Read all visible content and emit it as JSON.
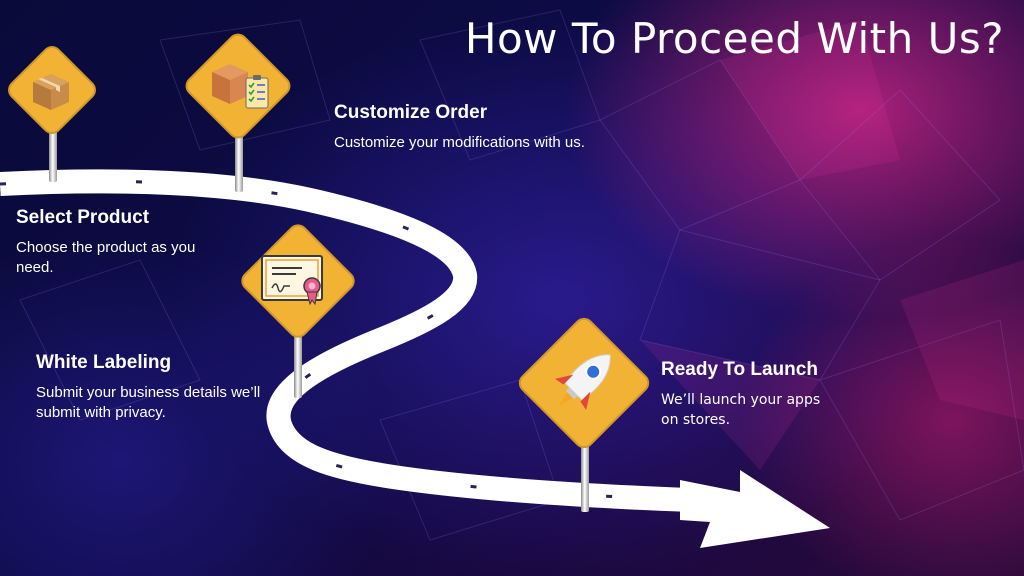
{
  "title": "How To Proceed With Us?",
  "steps": {
    "select_product": {
      "title": "Select Product",
      "description": "Choose the product as you need.",
      "icon": "package-box-icon"
    },
    "customize_order": {
      "title": "Customize Order",
      "description": "Customize your modifications with us.",
      "icon": "box-checklist-icon"
    },
    "white_labeling": {
      "title": "White Labeling",
      "description": "Submit your business details we’ll submit with privacy.",
      "icon": "certificate-icon"
    },
    "ready_to_launch": {
      "title": "Ready To Launch",
      "description": "We’ll launch your apps on stores.",
      "icon": "rocket-icon"
    }
  },
  "colors": {
    "sign": "#f2b233",
    "road": "#ffffff",
    "background": "#0d0b45",
    "accent_pink": "#dc288c"
  }
}
